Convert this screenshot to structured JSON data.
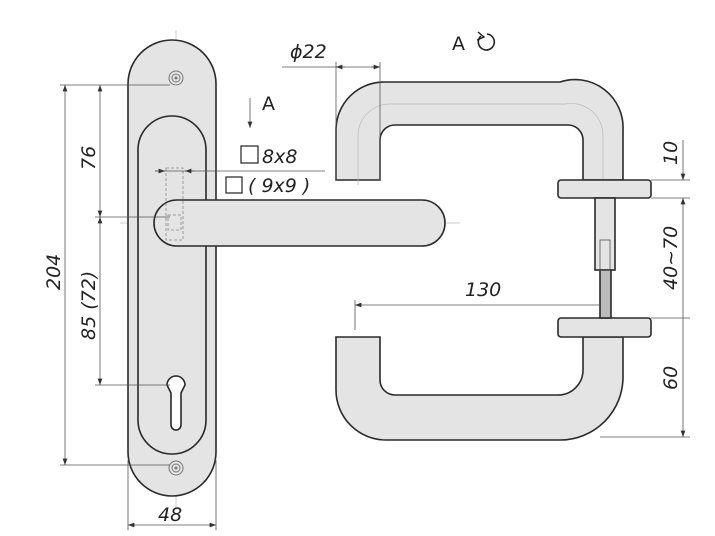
{
  "title": "Door handle on backplate – technical drawing",
  "view_label": "A",
  "view_rotation_icon": "rotate-arrow-icon",
  "section_arrow_label": "A",
  "dimensions": {
    "overall_height": "204",
    "top_to_spindle": "76",
    "spindle_to_cylinder": "85 (72)",
    "plate_width": "48",
    "tube_diameter": "ϕ22",
    "spindle_square": "8x8",
    "spindle_square_alt": "( 9x9 )",
    "lever_projection": "130",
    "rose_thickness": "10",
    "door_thickness": "40~70",
    "lever_height": "60"
  }
}
